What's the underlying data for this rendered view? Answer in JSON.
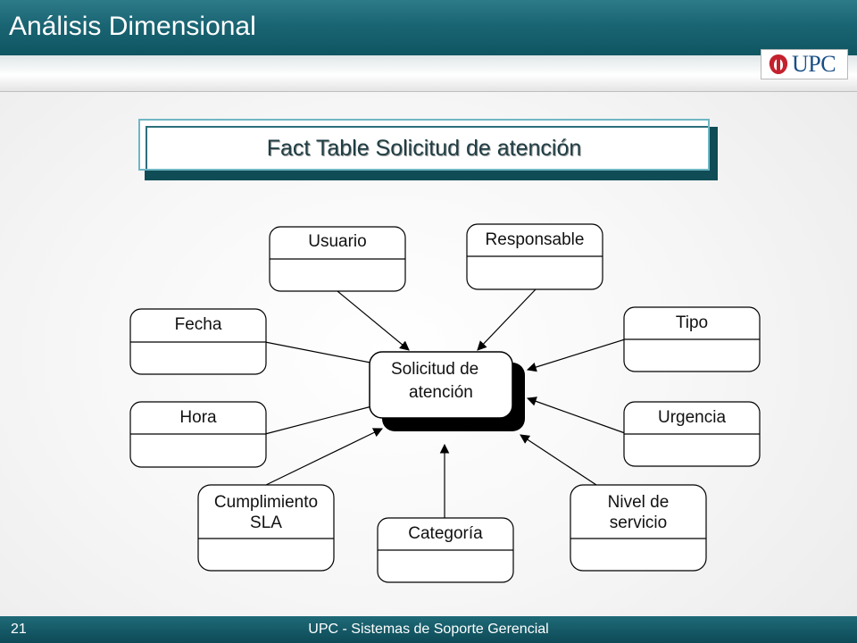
{
  "header": {
    "title": "Análisis Dimensional"
  },
  "logo": {
    "text": "UPC"
  },
  "slide": {
    "title": "Fact Table Solicitud de atención"
  },
  "diagram": {
    "center": {
      "line1": "Solicitud de",
      "line2": "atención"
    },
    "entities": {
      "usuario": "Usuario",
      "responsable": "Responsable",
      "fecha": "Fecha",
      "tipo": "Tipo",
      "hora": "Hora",
      "urgencia": "Urgencia",
      "cumplimiento_line1": "Cumplimiento",
      "cumplimiento_line2": "SLA",
      "categoria": "Categoría",
      "nivel_line1": "Nivel de",
      "nivel_line2": "servicio"
    }
  },
  "footer": {
    "page_number": "21",
    "text": "UPC - Sistemas de Soporte Gerencial"
  },
  "colors": {
    "header": "#1a6573",
    "accent": "#6fb6c4",
    "logo_blue": "#1a4f86",
    "logo_red": "#c4212e"
  }
}
